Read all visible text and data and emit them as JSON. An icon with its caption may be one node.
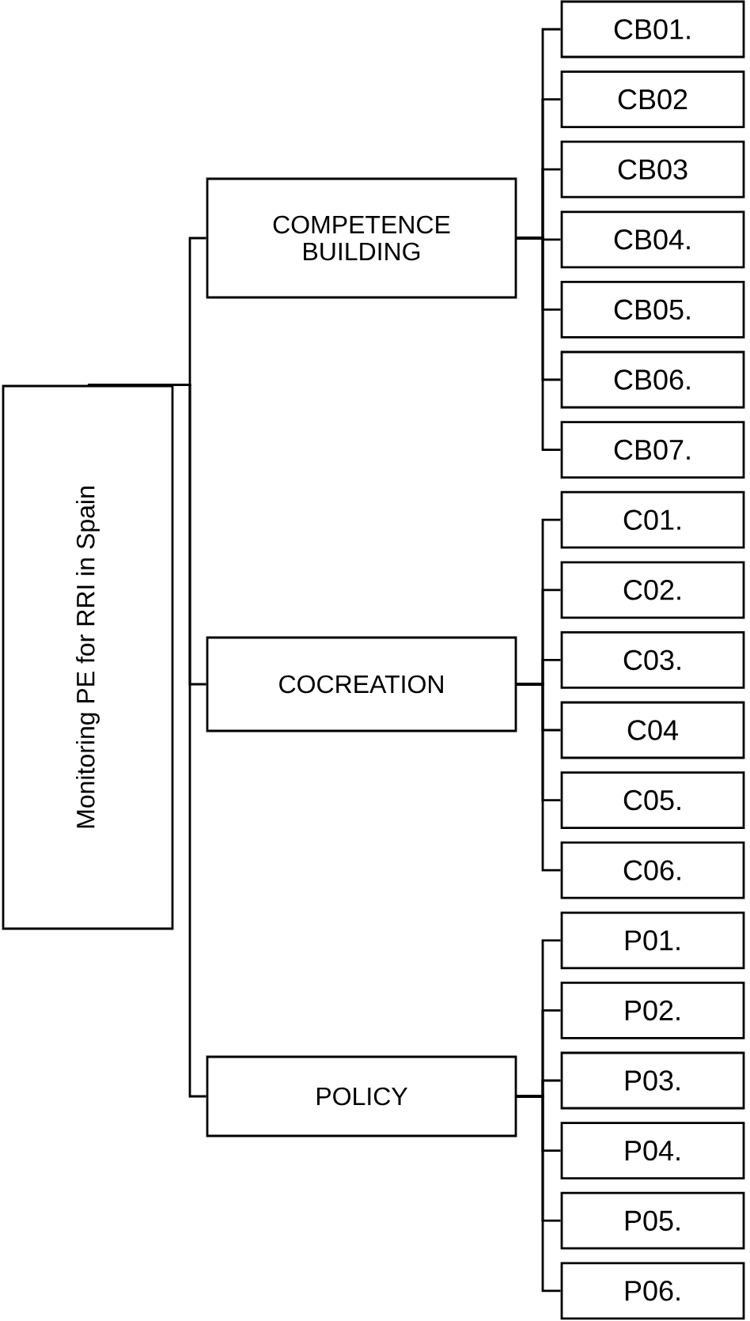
{
  "diagram": {
    "nodes": [
      {
        "text": [
          "Monitoring PE for RRI in Spain"
        ]
      },
      {
        "text": [
          "COMPETENCE BUILDING"
        ]
      },
      {
        "text": [
          "COCREATION"
        ]
      },
      {
        "text": [
          "POLICY"
        ]
      },
      {
        "text": [
          "CB01."
        ]
      },
      {
        "text": [
          "CB02"
        ]
      },
      {
        "text": [
          "CB03"
        ]
      },
      {
        "text": [
          "CB04."
        ]
      },
      {
        "text": [
          "CB05."
        ]
      },
      {
        "text": [
          "CB06."
        ]
      },
      {
        "text": [
          "CB07."
        ]
      },
      {
        "text": [
          "C01."
        ]
      },
      {
        "text": [
          "C02."
        ]
      },
      {
        "text": [
          "C03."
        ]
      },
      {
        "text": [
          "C04"
        ]
      },
      {
        "text": [
          "C05."
        ]
      },
      {
        "text": [
          "C06."
        ]
      },
      {
        "text": [
          "P01."
        ]
      },
      {
        "text": [
          "P02."
        ]
      },
      {
        "text": [
          "P03."
        ]
      },
      {
        "text": [
          "P04."
        ]
      },
      {
        "text": [
          "P05."
        ]
      },
      {
        "text": [
          "P06."
        ]
      }
    ],
    "edges": [
      {
        "from": 0,
        "to": 1,
        "arrow": "none"
      },
      {
        "from": 0,
        "to": 2,
        "arrow": "none"
      },
      {
        "from": 0,
        "to": 3,
        "arrow": "none"
      },
      {
        "from": 1,
        "to": 4,
        "arrow": "none"
      },
      {
        "from": 1,
        "to": 5,
        "arrow": "none"
      },
      {
        "from": 1,
        "to": 6,
        "arrow": "none"
      },
      {
        "from": 1,
        "to": 7,
        "arrow": "none"
      },
      {
        "from": 1,
        "to": 8,
        "arrow": "none"
      },
      {
        "from": 1,
        "to": 9,
        "arrow": "none"
      },
      {
        "from": 1,
        "to": 10,
        "arrow": "none"
      },
      {
        "from": 2,
        "to": 11,
        "arrow": "none"
      },
      {
        "from": 2,
        "to": 12,
        "arrow": "none"
      },
      {
        "from": 2,
        "to": 13,
        "arrow": "none"
      },
      {
        "from": 2,
        "to": 14,
        "arrow": "none"
      },
      {
        "from": 2,
        "to": 15,
        "arrow": "none"
      },
      {
        "from": 2,
        "to": 16,
        "arrow": "none"
      },
      {
        "from": 3,
        "to": 17,
        "arrow": "none"
      },
      {
        "from": 3,
        "to": 18,
        "arrow": "none"
      },
      {
        "from": 3,
        "to": 19,
        "arrow": "none"
      },
      {
        "from": 3,
        "to": 20,
        "arrow": "none"
      },
      {
        "from": 3,
        "to": 21,
        "arrow": "none"
      },
      {
        "from": 3,
        "to": 22,
        "arrow": "none"
      }
    ]
  }
}
